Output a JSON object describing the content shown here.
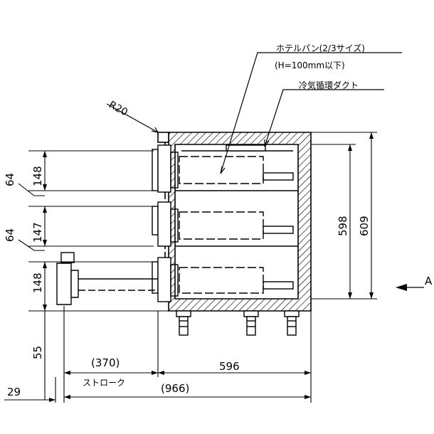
{
  "notes": {
    "hotel_pan": "ホテルパン(2/3サイズ)",
    "hotel_pan_height": "(H=100mm以下)",
    "cold_air_duct": "冷気循環ダクト"
  },
  "radius": "R20",
  "dimensions": {
    "left_64_top": "64",
    "left_148_top": "148",
    "left_64_mid": "64",
    "left_147": "147",
    "left_148_bottom": "148",
    "left_55": "55",
    "height_598": "598",
    "height_609": "609",
    "stroke_paren": "(370)",
    "stroke_label": "ストローク",
    "depth_596": "596",
    "total_966": "(966)",
    "offset_29": "29"
  },
  "view_marker": "A"
}
